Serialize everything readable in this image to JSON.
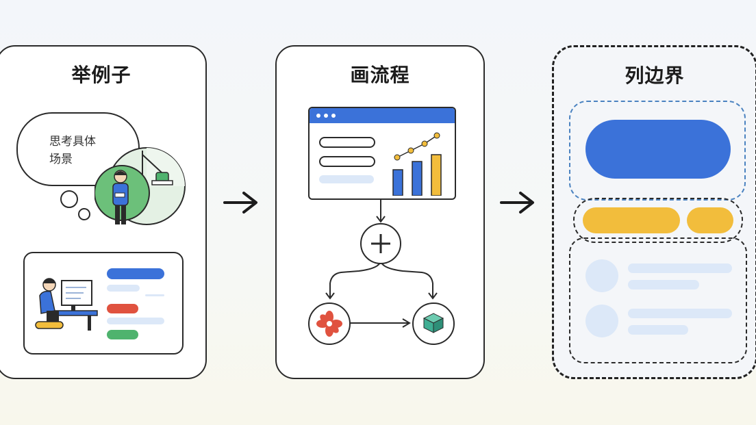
{
  "panels": [
    {
      "title": "举例子"
    },
    {
      "title": "画流程"
    },
    {
      "title": "列边界"
    }
  ],
  "example": {
    "bubble_text_line1": "思考具体",
    "bubble_text_line2": "场景"
  },
  "icons": {
    "arrow": "arrow-right-icon",
    "plus": "plus-icon",
    "flower": "flower-icon",
    "cube": "cube-icon"
  },
  "colors": {
    "blue": "#3b72d9",
    "yellow": "#f2bd3c",
    "red": "#e0523f",
    "green": "#4fb36e",
    "teal": "#3fae93",
    "light_blue": "#dce8f8"
  }
}
